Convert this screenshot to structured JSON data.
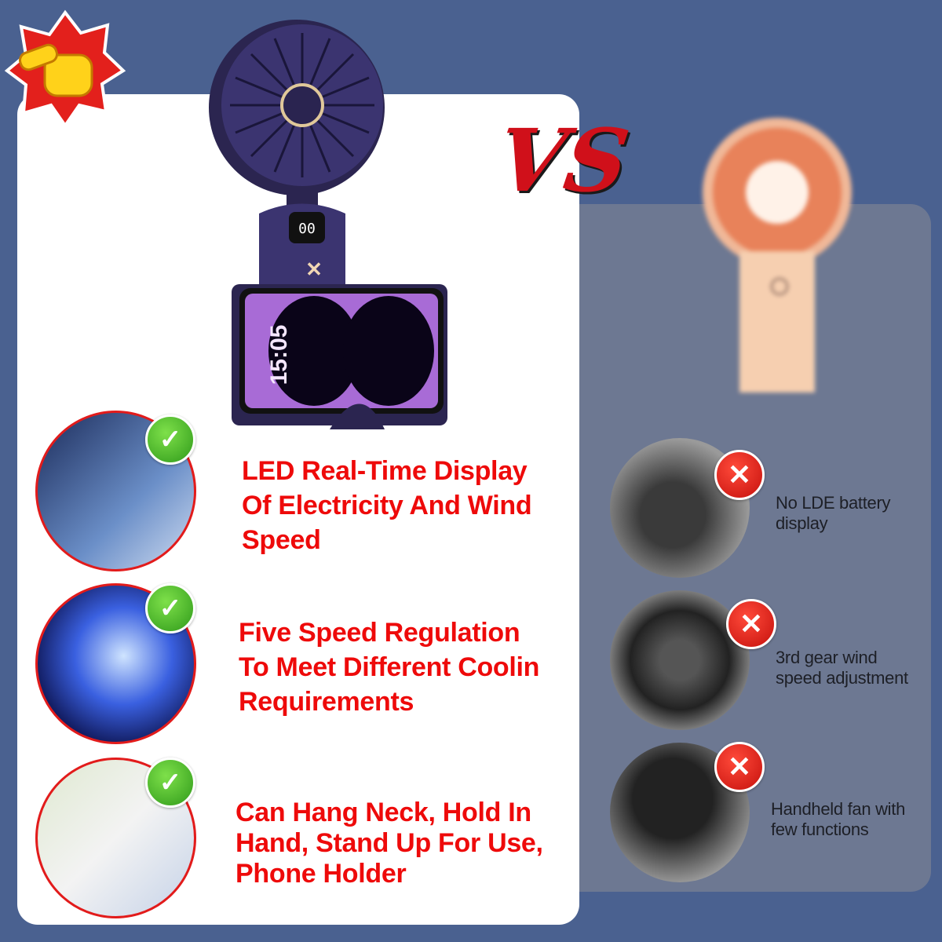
{
  "colors": {
    "background": "#4a6190",
    "feature_text": "#ee0a0a",
    "check": "#3aa820",
    "cross": "#e0140f"
  },
  "vs_label": "VS",
  "product_display": "00",
  "phone_time": "15:05",
  "features": [
    {
      "lines": [
        "LED Real-Time Display",
        "Of Electricity And Wind",
        "Speed"
      ],
      "icon": "check-icon"
    },
    {
      "lines": [
        "Five Speed Regulation",
        "To Meet Different Coolin",
        "Requirements"
      ],
      "icon": "check-icon"
    },
    {
      "lines": [
        "Can Hang Neck, Hold In",
        "Hand, Stand Up For Use,",
        "Phone Holder"
      ],
      "icon": "check-icon"
    }
  ],
  "competitor_drawbacks": [
    {
      "lines": [
        "No LDE battery",
        "display"
      ],
      "icon": "cross-icon"
    },
    {
      "lines": [
        "3rd gear wind",
        "speed adjustment"
      ],
      "icon": "cross-icon"
    },
    {
      "lines": [
        "Handheld fan with",
        "few functions"
      ],
      "icon": "cross-icon"
    }
  ]
}
